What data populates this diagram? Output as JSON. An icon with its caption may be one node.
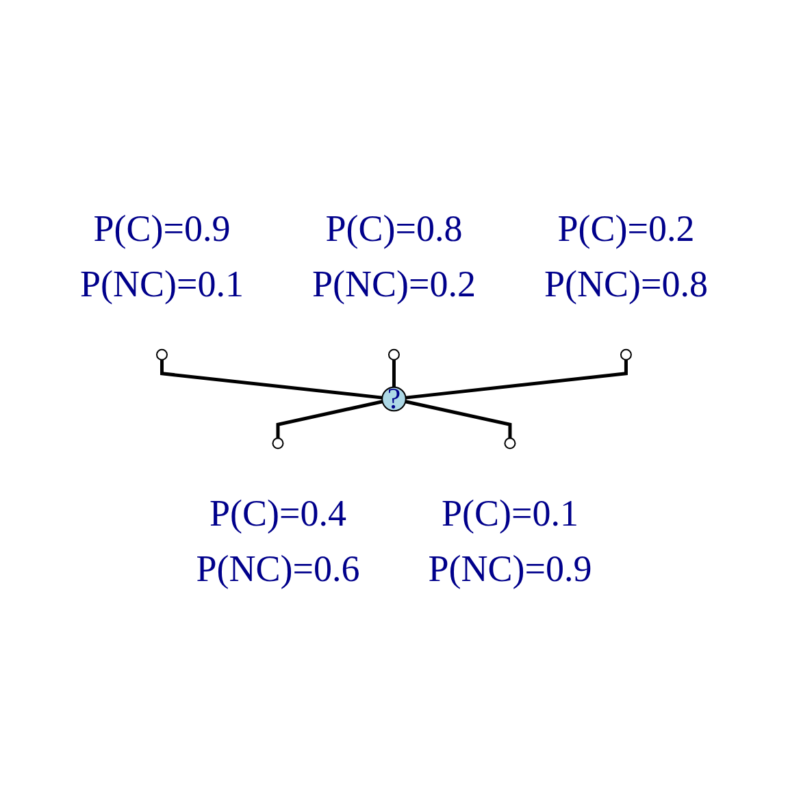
{
  "diagram": {
    "nodes": [
      {
        "text": [],
        "shape": "circle",
        "beside": [
          "P(C)=0.9",
          "P(NC)=0.1"
        ]
      },
      {
        "text": [],
        "shape": "circle",
        "beside": [
          "P(C)=0.8",
          "P(NC)=0.2"
        ]
      },
      {
        "text": [],
        "shape": "circle",
        "beside": [
          "P(C)=0.2",
          "P(NC)=0.8"
        ]
      },
      {
        "text": [
          "?"
        ]
      },
      {
        "text": [],
        "shape": "circle",
        "beside": [
          "P(C)=0.4",
          "P(NC)=0.6"
        ]
      },
      {
        "text": [],
        "shape": "circle",
        "beside": [
          "P(C)=0.1",
          "P(NC)=0.9"
        ]
      }
    ],
    "edges": [
      {
        "from": 0,
        "to": 3,
        "arrow": "none"
      },
      {
        "from": 1,
        "to": 3,
        "arrow": "none"
      },
      {
        "from": 2,
        "to": 3,
        "arrow": "none"
      },
      {
        "from": 3,
        "to": 4,
        "arrow": "none"
      },
      {
        "from": 3,
        "to": 5,
        "arrow": "none"
      }
    ]
  }
}
